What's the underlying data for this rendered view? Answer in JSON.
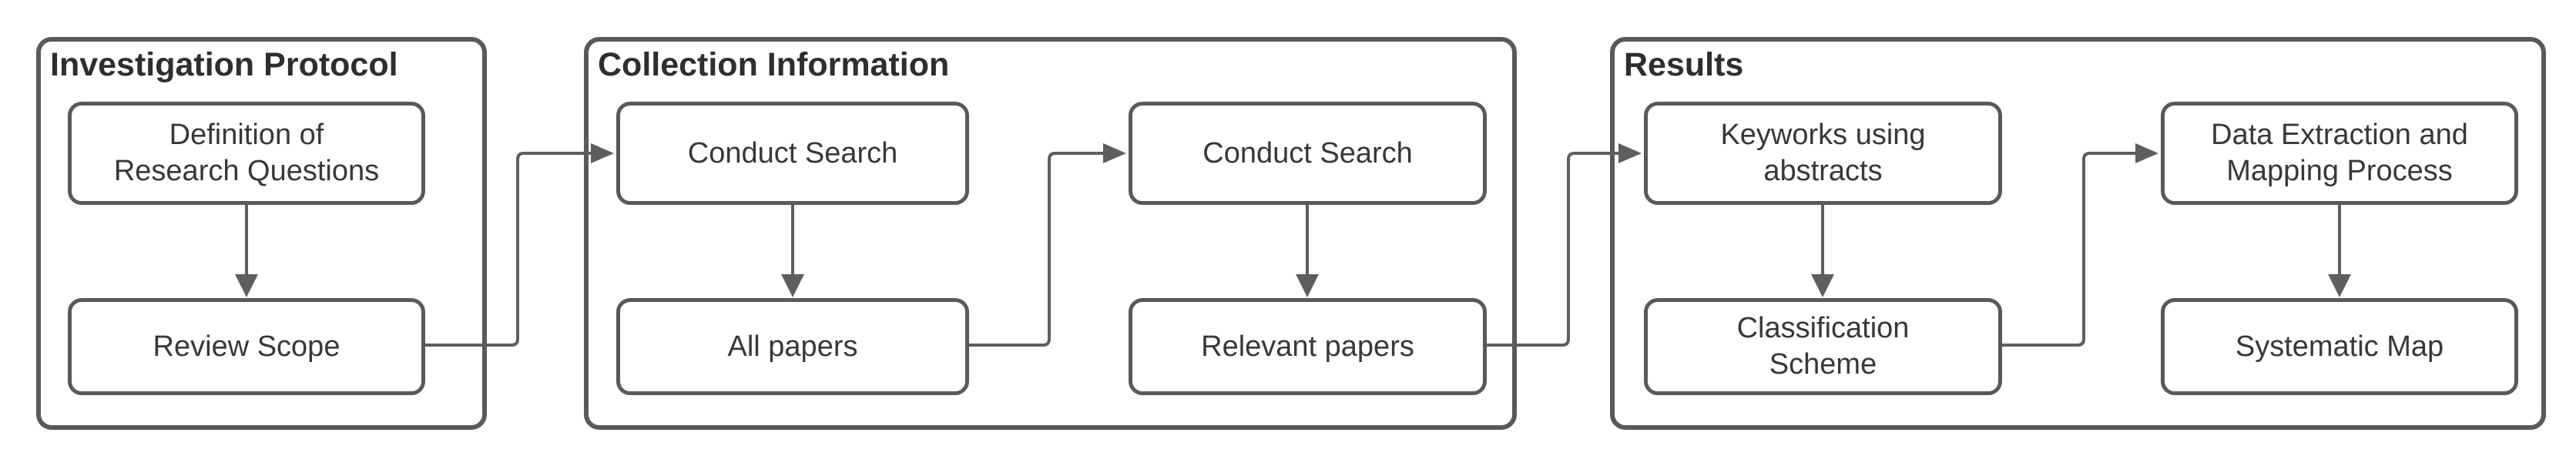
{
  "diagram": {
    "groups": [
      {
        "title": "Investigation Protocol",
        "nodes": [
          {
            "label": [
              "Definition of",
              "Research Questions"
            ]
          },
          {
            "label": [
              "Review Scope"
            ]
          }
        ]
      },
      {
        "title": "Collection Information",
        "nodes": [
          {
            "label": [
              "Conduct Search"
            ]
          },
          {
            "label": [
              "All papers"
            ]
          },
          {
            "label": [
              "Conduct Search"
            ]
          },
          {
            "label": [
              "Relevant papers"
            ]
          }
        ]
      },
      {
        "title": "Results",
        "nodes": [
          {
            "label": [
              "Keyworks using",
              "abstracts"
            ]
          },
          {
            "label": [
              "Classification",
              "Scheme"
            ]
          },
          {
            "label": [
              "Data Extraction and",
              "Mapping Process"
            ]
          },
          {
            "label": [
              "Systematic Map"
            ]
          }
        ]
      }
    ],
    "colors": {
      "background": "#ffffff",
      "shape_border": "#595959",
      "connector": "#5e5e5e",
      "text": "#383838"
    }
  }
}
